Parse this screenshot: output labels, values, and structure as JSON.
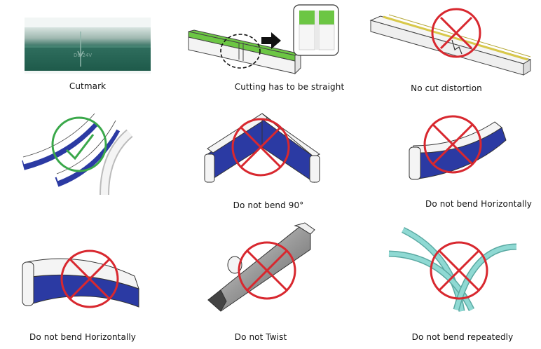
{
  "panels": [
    {
      "id": "cutmark",
      "caption": "Cutmark",
      "verdict": "info",
      "strip_mark": "DC 24V"
    },
    {
      "id": "cutting-straight",
      "caption": "Cutting has to be straight",
      "verdict": "info"
    },
    {
      "id": "no-cut-distortion",
      "caption": "No cut distortion",
      "verdict": "forbidden"
    },
    {
      "id": "correct-bend",
      "caption": "",
      "verdict": "allowed"
    },
    {
      "id": "no-bend-90",
      "caption": "Do not bend 90°",
      "verdict": "forbidden"
    },
    {
      "id": "no-bend-horizontal-1",
      "caption": "Do not bend Horizontally",
      "verdict": "forbidden"
    },
    {
      "id": "no-bend-horizontal-2",
      "caption": "Do not bend Horizontally",
      "verdict": "forbidden"
    },
    {
      "id": "no-twist",
      "caption": "Do not Twist",
      "verdict": "forbidden"
    },
    {
      "id": "no-bend-repeatedly",
      "caption": "Do not bend repeatedly",
      "verdict": "forbidden"
    }
  ],
  "colors": {
    "forbidden": "#d8282f",
    "allowed": "#3aa84a",
    "blue_side": "#2b3aa3",
    "green_top": "#6cc644",
    "aqua_strip": "#8fd9d3",
    "strip_dark": "#1e5a4a"
  }
}
